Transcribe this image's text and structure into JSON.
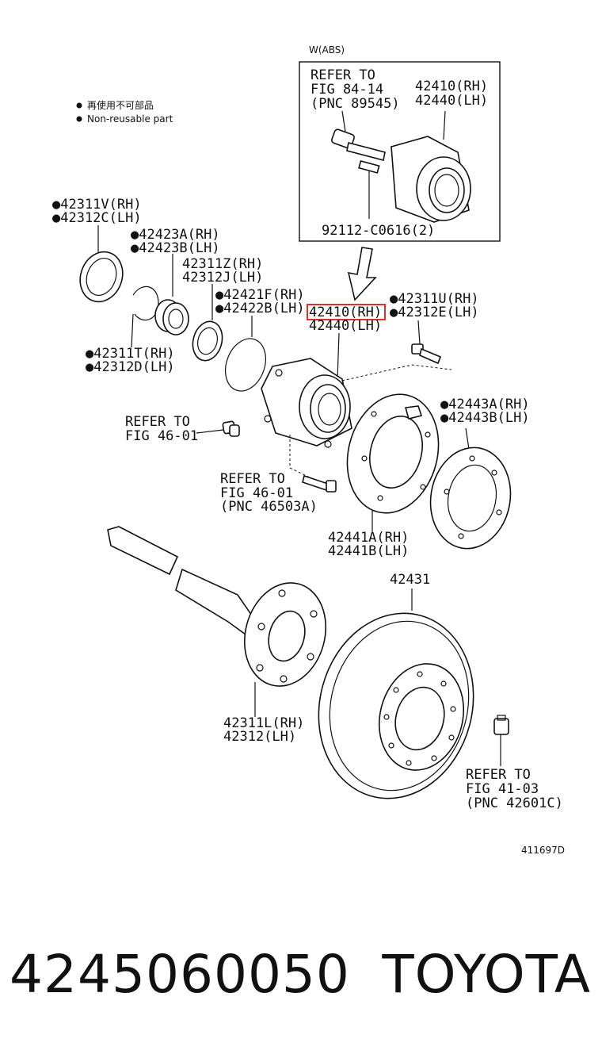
{
  "legend": {
    "line1": "再使用不可部品",
    "line2": "Non-reusable part"
  },
  "inset": {
    "title": "W(ABS)",
    "refer_line1": "REFER TO",
    "refer_line2": "FIG 84-14",
    "refer_line3": "(PNC 89545)",
    "part_rh": "42410(RH)",
    "part_lh": "42440(LH)",
    "bolt": "92112-C0616(2)"
  },
  "labels": {
    "p42311v": "●42311V(RH)",
    "p42312c": "●42312C(LH)",
    "p42423a": "●42423A(RH)",
    "p42423b": "●42423B(LH)",
    "p42311z": "42311Z(RH)",
    "p42312j": "42312J(LH)",
    "p42421f": "●42421F(RH)",
    "p42422b": "●42422B(LH)",
    "p42410": "42410(RH)",
    "p42440": "42440(LH)",
    "p42311u": "●42311U(RH)",
    "p42312e": "●42312E(LH)",
    "p42311t": "●42311T(RH)",
    "p42312d": "●42312D(LH)",
    "refer46a_1": "REFER TO",
    "refer46a_2": "FIG 46-01",
    "p42443a": "●42443A(RH)",
    "p42443b": "●42443B(LH)",
    "refer46b_1": "REFER TO",
    "refer46b_2": "FIG 46-01",
    "refer46b_3": "(PNC 46503A)",
    "p42441a": "42441A(RH)",
    "p42441b": "42441B(LH)",
    "p42431": "42431",
    "p42311l": "42311L(RH)",
    "p42312": "42312(LH)",
    "refer41_1": "REFER TO",
    "refer41_2": "FIG 41-03",
    "refer41_3": "(PNC 42601C)",
    "drawing_no": "411697D"
  },
  "highlight_color": "#d9342b",
  "footer": {
    "part_number": "4245060050",
    "brand": "TOYOTA"
  }
}
